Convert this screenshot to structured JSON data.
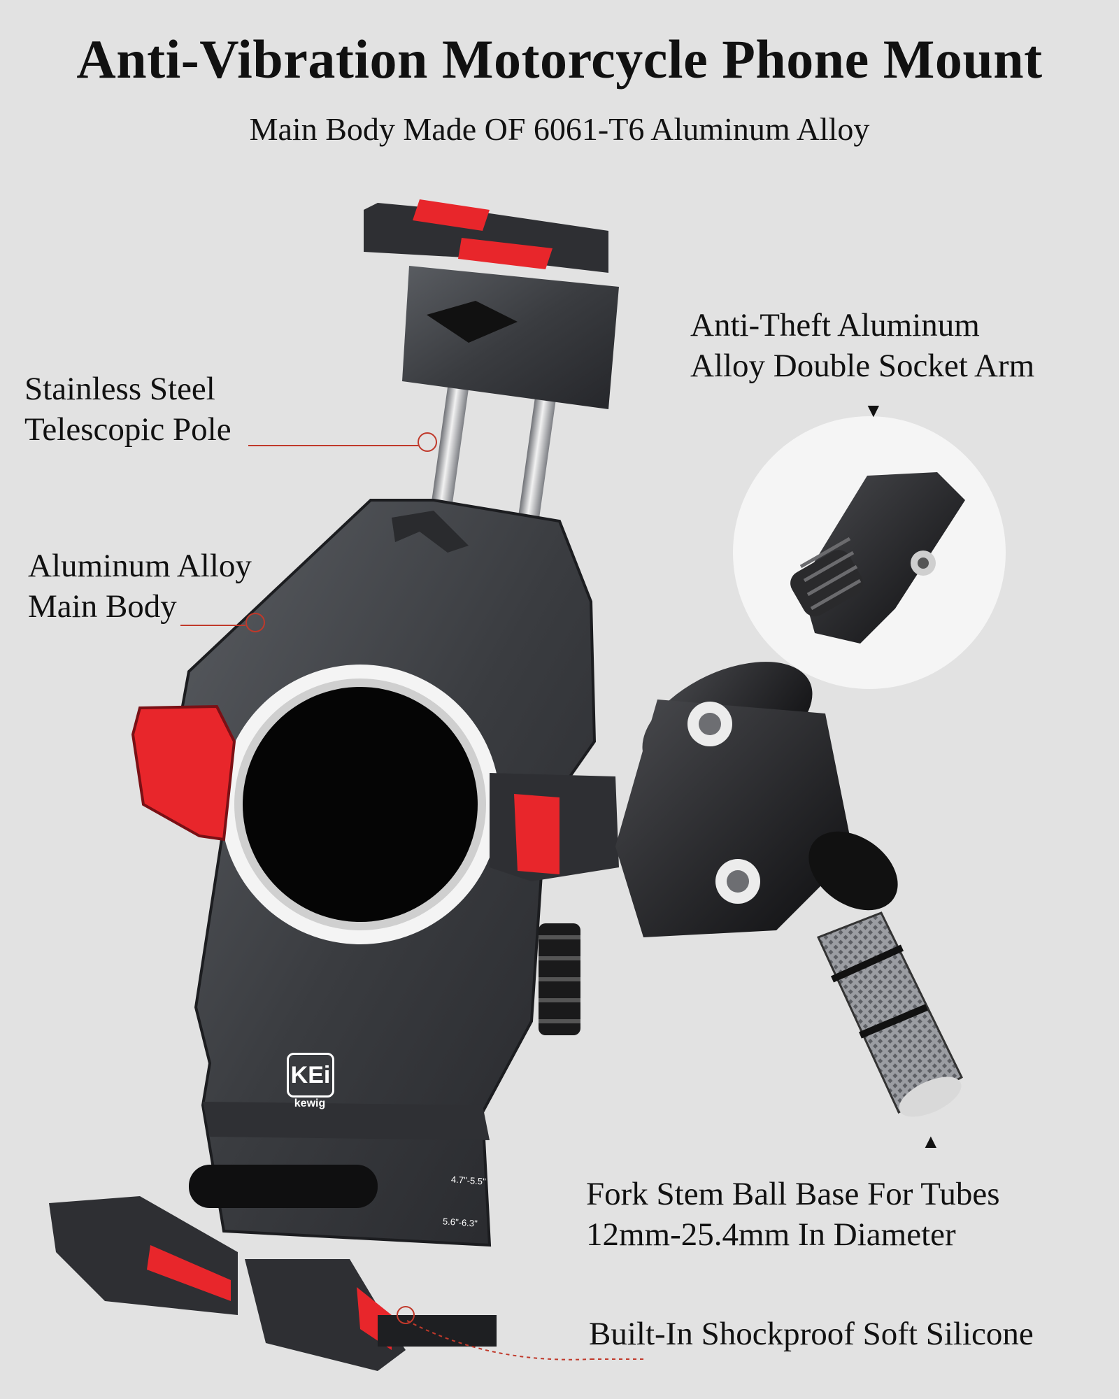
{
  "title": "Anti-Vibration Motorcycle Phone Mount",
  "subtitle": "Main Body Made OF 6061-T6 Aluminum Alloy",
  "callouts": {
    "pole": {
      "line1": "Stainless Steel",
      "line2": "Telescopic Pole"
    },
    "body": {
      "line1": "Aluminum Alloy",
      "line2": "Main Body"
    },
    "arm": {
      "line1": "Anti-Theft Aluminum",
      "line2": "Alloy Double Socket Arm"
    },
    "base": {
      "line1": "Fork Stem Ball Base For Tubes",
      "line2": "12mm-25.4mm In Diameter"
    },
    "silicone": {
      "line1": "Built-In Shockproof Soft Silicone"
    }
  },
  "brand": {
    "logo_letters": "KEi",
    "name": "kewig"
  },
  "size_marks": {
    "mark1": "4.7\"-5.5\"",
    "mark2": "5.6\"-6.3\""
  },
  "colors": {
    "background": "#e2e2e2",
    "body": "#3b3d41",
    "accent_red": "#e8262b",
    "callout_line": "#c0392b"
  }
}
